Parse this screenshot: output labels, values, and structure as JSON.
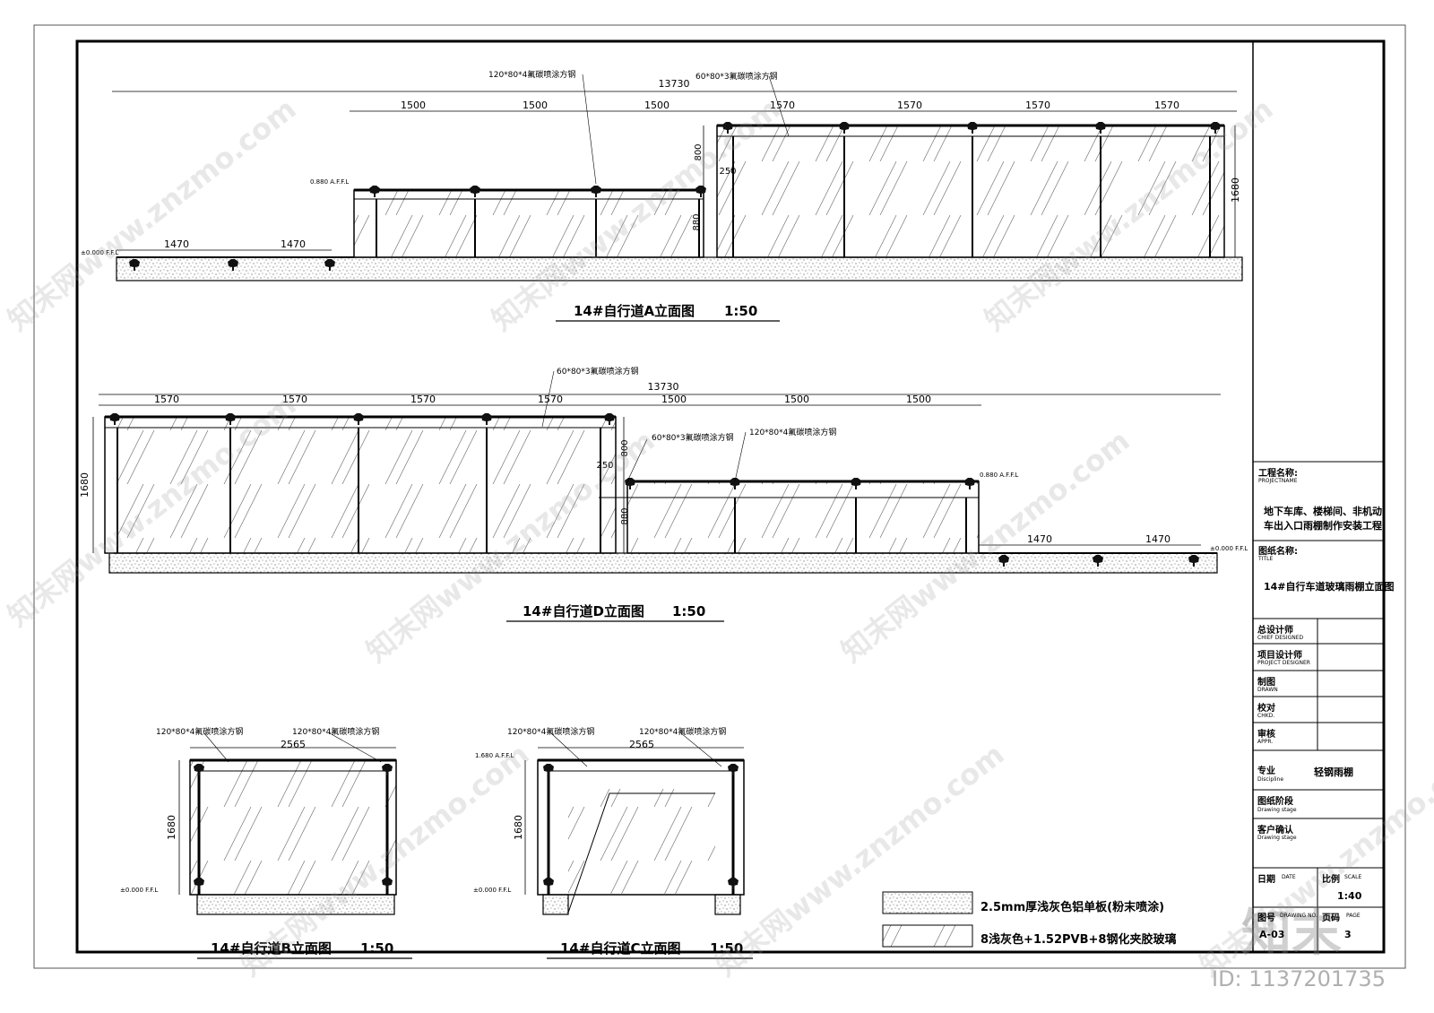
{
  "drawing": {
    "views": {
      "A": {
        "title": "14#自行道A立面图",
        "scale": "1:50",
        "overall_dim": "13730",
        "dims_left": [
          "1470",
          "1470"
        ],
        "dims_mid": [
          "1500",
          "1500",
          "1500"
        ],
        "dims_right": [
          "1570",
          "1570",
          "1570",
          "1570"
        ],
        "height_upper": "800",
        "step": "250",
        "height_lower": "880",
        "height_total": "1680",
        "callout_1": "120*80*4氟碳喷涂方钢",
        "callout_2": "60*80*3氟碳喷涂方钢",
        "level_1": "0.880 A.F.F.L",
        "level_2": "±0.000 F.F.L"
      },
      "D": {
        "title": "14#自行道D立面图",
        "scale": "1:50",
        "overall_dim": "13730",
        "dims_left": [
          "1570",
          "1570",
          "1570",
          "1570"
        ],
        "dims_mid": [
          "1500",
          "1500",
          "1500"
        ],
        "dims_right": [
          "1470",
          "1470"
        ],
        "height_total": "1680",
        "height_upper": "800",
        "step": "250",
        "height_lower": "880",
        "callout_1": "60*80*3氟碳喷涂方钢",
        "callout_2": "60*80*3氟碳喷涂方钢",
        "callout_3": "120*80*4氟碳喷涂方钢",
        "level_1": "0.880 A.F.F.L",
        "level_2": "±0.000 F.F.L"
      },
      "B": {
        "title": "14#自行道B立面图",
        "scale": "1:50",
        "width": "2565",
        "height": "1680",
        "callout_1": "120*80*4氟碳喷涂方钢",
        "callout_2": "120*80*4氟碳喷涂方钢",
        "level": "±0.000 F.F.L"
      },
      "C": {
        "title": "14#自行道C立面图",
        "scale": "1:50",
        "width": "2565",
        "height": "1680",
        "callout_1": "120*80*4氟碳喷涂方钢",
        "callout_2": "120*80*4氟碳喷涂方钢",
        "level_1": "1.680 A.F.F.L",
        "level_2": "±0.000 F.F.L"
      }
    },
    "legend": [
      {
        "label": "2.5mm厚浅灰色铝单板(粉末喷涂)"
      },
      {
        "label": "8浅灰色+1.52PVB+8钢化夹胶玻璃"
      }
    ]
  },
  "title_block": {
    "project_label": "工程名称:",
    "project_label_en": "PROJECTNAME",
    "project_name_1": "地下车库、楼梯间、非机动",
    "project_name_2": "车出入口雨棚制作安装工程",
    "title_label": "图纸名称:",
    "title_label_en": "TITLE",
    "title_value": "14#自行车道玻璃雨棚立面图",
    "chief": "总设计师",
    "chief_en": "CHIEF DESIGNED",
    "proj_designer": "项目设计师",
    "proj_designer_en": "PROJECT DESIGNER",
    "drawn": "制图",
    "drawn_en": "DRAWN",
    "checked": "校对",
    "checked_en": "CHKD.",
    "approved": "审核",
    "approved_en": "APPR.",
    "discipline": "专业",
    "discipline_en": "Discipline",
    "discipline_value": "轻钢雨棚",
    "stage": "图纸阶段",
    "stage_en": "Drawing stage",
    "client": "客户确认",
    "client_en": "Drawing stage",
    "date": "日期",
    "date_en": "DATE",
    "scale": "比例",
    "scale_en": "SCALE",
    "scale_value": "1:40",
    "drawing_no": "图号",
    "drawing_no_en": "DRAWING NO.",
    "drawing_no_value": "A-03",
    "page": "页码",
    "page_en": "PAGE",
    "page_value": "3"
  },
  "watermark": {
    "text_1": "知末网www.znzmo.com",
    "logo": "知末",
    "id": "ID: 1137201735"
  },
  "colors": {
    "line": "#000000",
    "fill": "#e8e8e8",
    "watermark": "#b4b4b4"
  }
}
